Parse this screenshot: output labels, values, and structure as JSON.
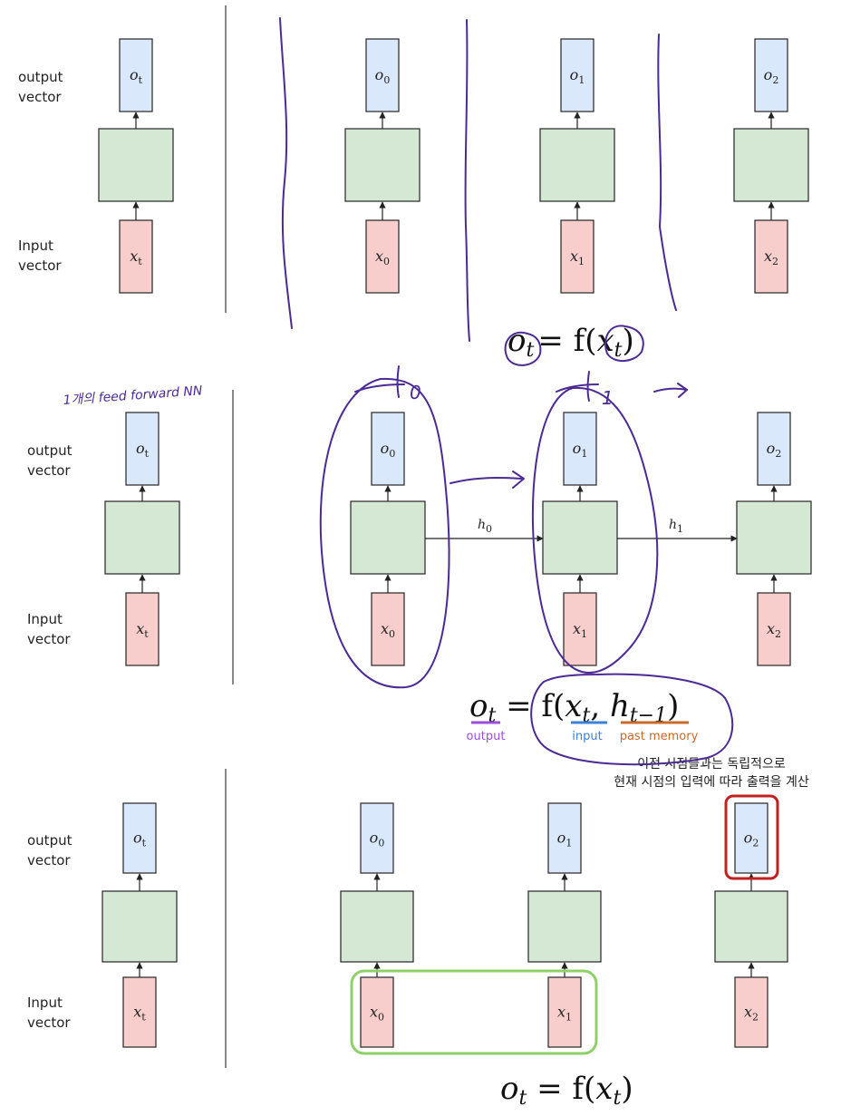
{
  "panels": [
    {
      "left_labels": {
        "output": [
          "output",
          "vector"
        ],
        "input": [
          "Input",
          "vector"
        ]
      },
      "left_cell": {
        "out": "o",
        "out_sub": "t",
        "in": "x",
        "in_sub": "t"
      },
      "cells": [
        {
          "out": "o",
          "out_sub": "0",
          "in": "x",
          "in_sub": "0"
        },
        {
          "out": "o",
          "out_sub": "1",
          "in": "x",
          "in_sub": "1"
        },
        {
          "out": "o",
          "out_sub": "2",
          "in": "x",
          "in_sub": "2"
        }
      ],
      "formula": {
        "lhs": "o",
        "lhs_sub": "t",
        "eq": "= f(",
        "arg": "x",
        "arg_sub": "t",
        "close": ")"
      }
    },
    {
      "left_labels": {
        "output": [
          "output",
          "vector"
        ],
        "input": [
          "Input",
          "vector"
        ]
      },
      "left_cell": {
        "out": "o",
        "out_sub": "t",
        "in": "x",
        "in_sub": "t"
      },
      "cells": [
        {
          "out": "o",
          "out_sub": "0",
          "in": "x",
          "in_sub": "0"
        },
        {
          "out": "o",
          "out_sub": "1",
          "in": "x",
          "in_sub": "1"
        },
        {
          "out": "o",
          "out_sub": "2",
          "in": "x",
          "in_sub": "2"
        }
      ],
      "hidden": [
        {
          "name": "h",
          "sub": "0"
        },
        {
          "name": "h",
          "sub": "1"
        }
      ],
      "handwritten": {
        "note": "1개의 feed forward NN",
        "t0": "t",
        "t0_sub": "0",
        "t1": "t",
        "t1_sub": "1"
      },
      "formula": {
        "lhs": "o",
        "lhs_sub": "t",
        "eq": "= f(",
        "arg": "x",
        "arg_sub": "t",
        "comma": ",",
        "mem": "h",
        "mem_sub": "t−1",
        "close": ")"
      },
      "formula_captions": {
        "output": "output",
        "input": "input",
        "past_memory": "past memory"
      }
    },
    {
      "left_labels": {
        "output": [
          "output",
          "vector"
        ],
        "input": [
          "Input",
          "vector"
        ]
      },
      "left_cell": {
        "out": "o",
        "out_sub": "t",
        "in": "x",
        "in_sub": "t"
      },
      "cells": [
        {
          "out": "o",
          "out_sub": "0",
          "in": "x",
          "in_sub": "0"
        },
        {
          "out": "o",
          "out_sub": "1",
          "in": "x",
          "in_sub": "1"
        },
        {
          "out": "o",
          "out_sub": "2",
          "in": "x",
          "in_sub": "2"
        }
      ],
      "note_ko": [
        "이전 시점들과는 독립적으로",
        "현재 시점의 입력에 따라 출력을 계산"
      ],
      "formula": {
        "lhs": "o",
        "lhs_sub": "t",
        "eq": "= f(",
        "arg": "x",
        "arg_sub": "t",
        "close": ")"
      }
    }
  ],
  "colors": {
    "output_fill": "#dae8fc",
    "hidden_fill": "#d5e8d4",
    "input_fill": "#f8cecc",
    "stroke": "#333333",
    "ink": "#4b2a94",
    "output_caption": "#9b4fd8",
    "input_caption": "#3b82d6",
    "memory_caption": "#c8692c",
    "red_box": "#c0201e",
    "green_box": "#8fd06a"
  }
}
